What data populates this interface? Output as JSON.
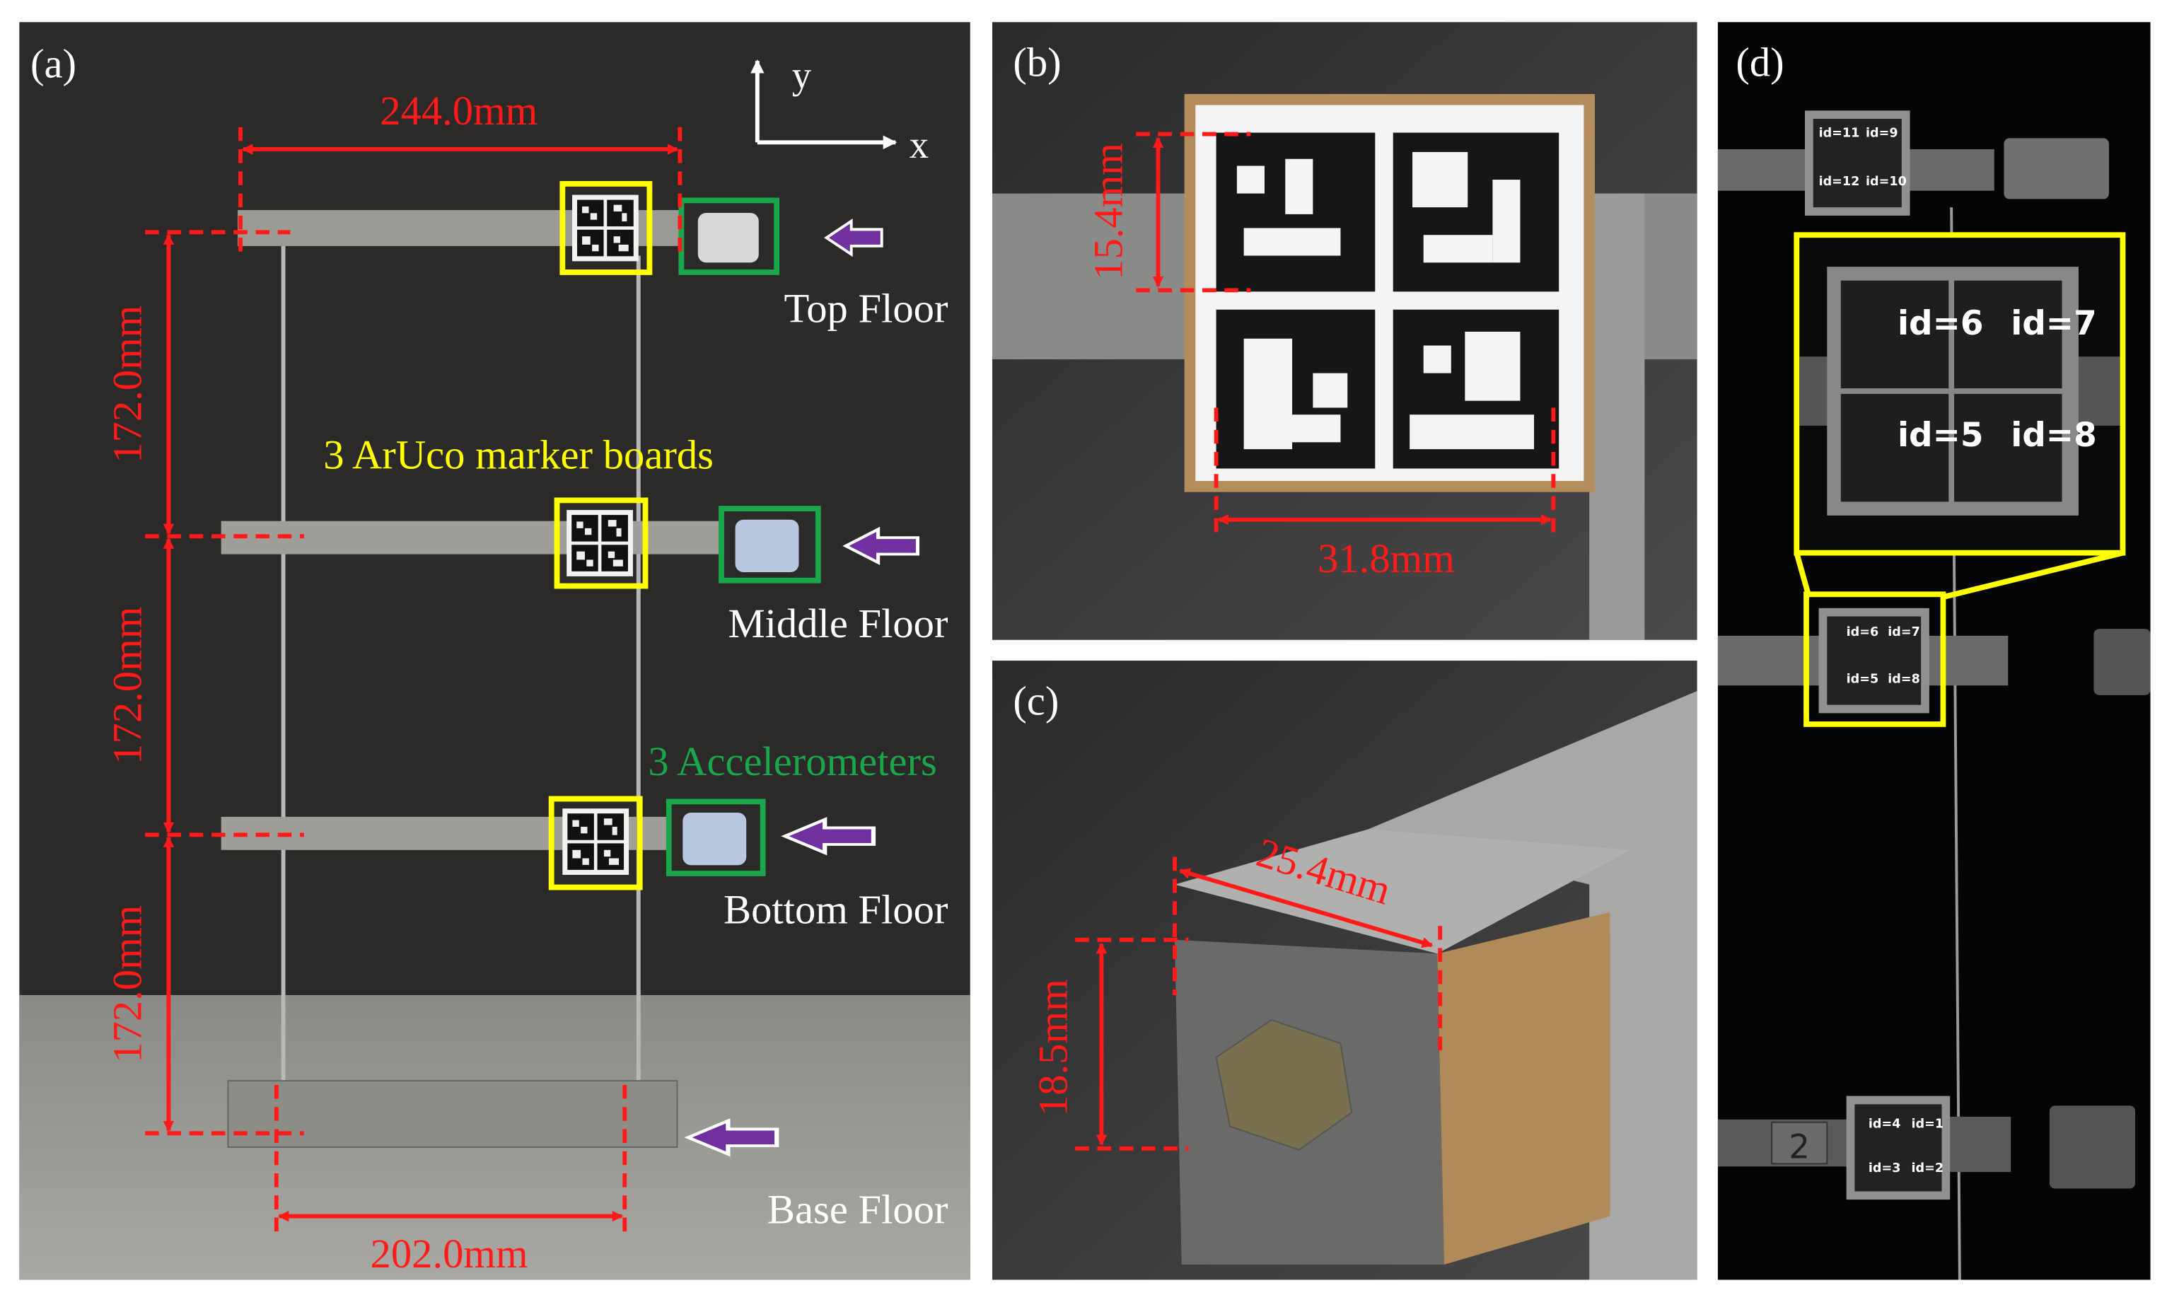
{
  "panels": {
    "a": {
      "label": "(a)",
      "axis_y": "y",
      "axis_x": "x",
      "dim_top_width": "244.0mm",
      "dim_base_width": "202.0mm",
      "dim_story_1": "172.0mm",
      "dim_story_2": "172.0mm",
      "dim_story_3": "172.0mm",
      "legend_markers": "3 ArUco marker boards",
      "legend_accelerometers": "3 Accelerometers",
      "floor_top": "Top Floor",
      "floor_middle": "Middle Floor",
      "floor_bottom": "Bottom Floor",
      "floor_base": "Base Floor"
    },
    "b": {
      "label": "(b)",
      "dim_marker_height": "15.4mm",
      "dim_board_width": "31.8mm"
    },
    "c": {
      "label": "(c)",
      "dim_block_width": "25.4mm",
      "dim_block_height": "18.5mm"
    },
    "d": {
      "label": "(d)",
      "top_ids": [
        "id=11",
        "id=9",
        "id=12",
        "id=10"
      ],
      "middle_ids": [
        "id=6",
        "id=7",
        "id=5",
        "id=8"
      ],
      "bottom_ids": [
        "id=4",
        "id=1",
        "id=3",
        "id=2"
      ],
      "bottom_beam_tag": "2"
    }
  },
  "colors": {
    "dimension": "#ff1a1a",
    "marker_box": "#ffff00",
    "accelerometer_box": "#1aa64a",
    "arrow": "#7030a0"
  }
}
